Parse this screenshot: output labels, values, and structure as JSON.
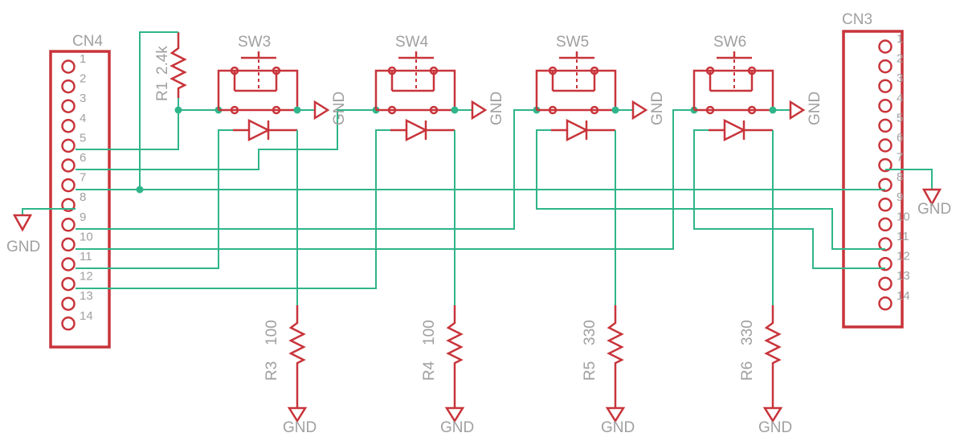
{
  "colors": {
    "component": "#c8343a",
    "wire": "#2fb58a",
    "label": "#a0a0a0",
    "background": "#ffffff"
  },
  "connectors": {
    "cn4": {
      "name": "CN4",
      "pins": [
        "1",
        "2",
        "3",
        "4",
        "5",
        "6",
        "7",
        "8",
        "9",
        "10",
        "11",
        "12",
        "13",
        "14"
      ]
    },
    "cn3": {
      "name": "CN3",
      "pins": [
        "1",
        "2",
        "3",
        "4",
        "5",
        "6",
        "7",
        "8",
        "9",
        "10",
        "11",
        "12",
        "13",
        "14"
      ]
    }
  },
  "resistor_r1": {
    "name": "R1",
    "value": "2.4k"
  },
  "switches": [
    {
      "name": "SW3",
      "gnd": "GND"
    },
    {
      "name": "SW4",
      "gnd": "GND"
    },
    {
      "name": "SW5",
      "gnd": "GND"
    },
    {
      "name": "SW6",
      "gnd": "GND"
    }
  ],
  "led_resistors": [
    {
      "name": "R3",
      "value": "100",
      "gnd": "GND"
    },
    {
      "name": "R4",
      "value": "100",
      "gnd": "GND"
    },
    {
      "name": "R5",
      "value": "330",
      "gnd": "GND"
    },
    {
      "name": "R6",
      "value": "330",
      "gnd": "GND"
    }
  ],
  "gnd_left": "GND",
  "gnd_right": "GND"
}
